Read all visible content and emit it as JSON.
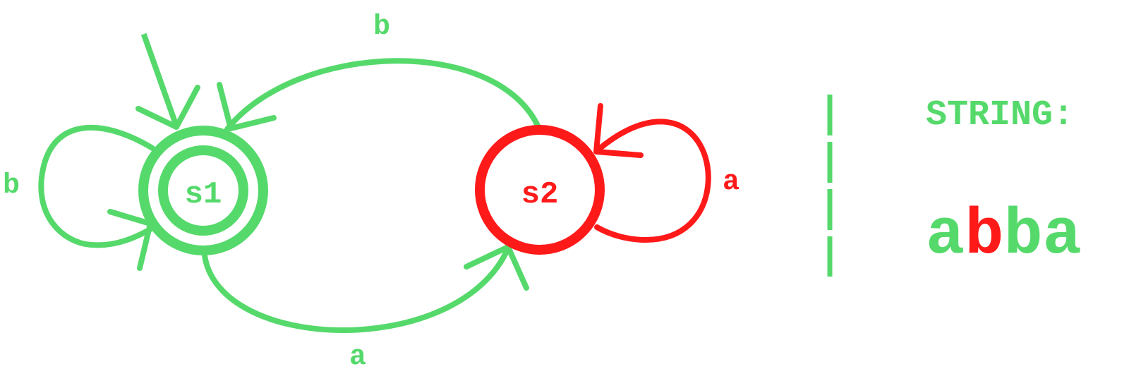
{
  "colors": {
    "green": "#55D96B",
    "red": "#FF1A1A",
    "background": "#FFFFFF"
  },
  "states": {
    "s1": {
      "label": "s1",
      "accepting": true,
      "initial": true,
      "active": false
    },
    "s2": {
      "label": "s2",
      "accepting": false,
      "initial": false,
      "active": true
    }
  },
  "transitions": {
    "s1_to_s1": {
      "symbol": "b"
    },
    "s1_to_s2": {
      "symbol": "a"
    },
    "s2_to_s1": {
      "symbol": "b"
    },
    "s2_to_s2": {
      "symbol": "a"
    }
  },
  "input": {
    "title": "STRING:",
    "characters": [
      "a",
      "b",
      "b",
      "a"
    ],
    "current_index": 1
  }
}
